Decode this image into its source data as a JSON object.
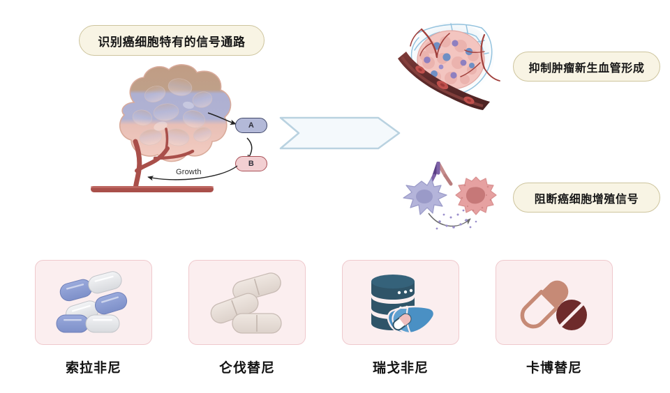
{
  "diagram": {
    "title_callouts": [
      {
        "id": "pathway",
        "text": "识别癌细胞特有的信号通路"
      },
      {
        "id": "angiogenesis",
        "text": "抑制肿瘤新生血管形成"
      },
      {
        "id": "proliferation",
        "text": "阻断癌细胞增殖信号"
      }
    ],
    "pathway_nodes": [
      {
        "id": "a",
        "label": "A"
      },
      {
        "id": "b",
        "label": "B"
      }
    ],
    "arrow_labels": {
      "growth": "Growth"
    },
    "illustrations": [
      {
        "name": "tumor-on-vessel-illustration",
        "description": "肿瘤块与血管"
      },
      {
        "name": "angiogenesis-illustration",
        "description": "肿瘤新生血管"
      },
      {
        "name": "cell-signal-illustration",
        "description": "细胞与抗体信号"
      },
      {
        "name": "chevron-arrow",
        "description": "流程箭头"
      }
    ],
    "drugs": [
      {
        "name": "索拉非尼",
        "icon": "blue-white-capsules-icon"
      },
      {
        "name": "仑伐替尼",
        "icon": "beige-oblong-tablets-icon"
      },
      {
        "name": "瑞戈非尼",
        "icon": "liver-database-capsule-icon"
      },
      {
        "name": "卡博替尼",
        "icon": "terracotta-capsule-tablet-icon"
      }
    ]
  },
  "colors": {
    "callout_fill": "#f8f4e4",
    "callout_border": "#cdc49d",
    "card_fill": "#fbeeef",
    "card_border": "#efc9cd",
    "vessel_red": "#a94f4a",
    "node_a_fill": "#b3b9d8",
    "node_b_fill": "#f2cfd2",
    "chevron_stroke": "#b9d2e0",
    "chevron_fill": "#f4f9fc",
    "liver_blue": "#4a90c4",
    "database_teal": "#2f5468",
    "capsule_blue": "#8e9fd4",
    "capsule_terracotta": "#c68a76",
    "tablet_maroon": "#6e2b2b"
  }
}
